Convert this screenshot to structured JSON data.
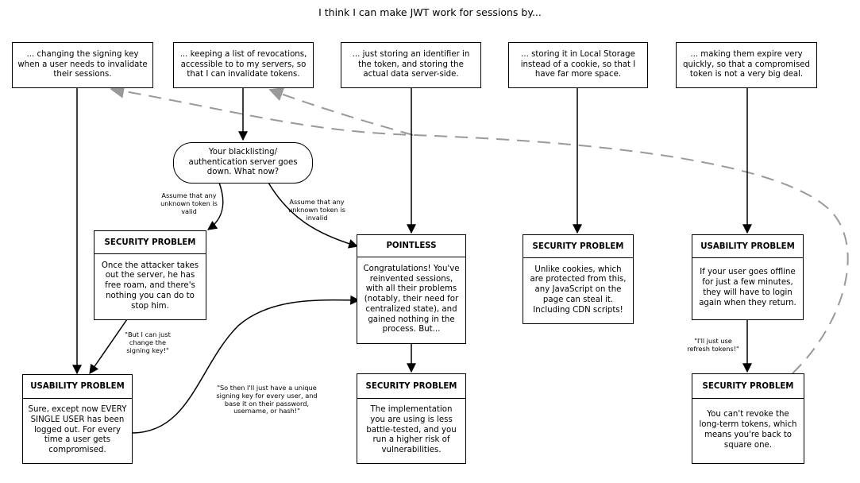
{
  "title": "I think I can make JWT work for sessions by...",
  "options": [
    "... changing the signing key when a user needs to invalidate their sessions.",
    "... keeping a list of revocations, accessible to to my servers, so that I can invalidate tokens.",
    "... just storing an identifier in the token, and storing the actual data server-side.",
    "... storing it in Local Storage instead of a cookie, so that I have far more space.",
    "... making them expire very quickly, so that a compromised token is not a very big deal."
  ],
  "outage": "Your blacklisting/ authentication server goes down. What now?",
  "labels": {
    "any_valid": "Assume that any unknown token is valid",
    "any_invalid": "Assume that any unknown token is invalid",
    "change_key": "\"But I can just change the signing key!\"",
    "unique_key": "\"So then I'll just have a unique signing key for every user, and base it on their password, username, or hash!\"",
    "refresh": "\"I'll just use refresh tokens!\""
  },
  "outcomes": {
    "security_server": {
      "heading": "SECURITY PROBLEM",
      "text": "Once the attacker takes out the server, he has free roam, and there's nothing you can do to stop him."
    },
    "usability_logout": {
      "heading": "USABILITY PROBLEM",
      "text": "Sure, except now EVERY SINGLE USER has been logged out. For every time a user gets compromised."
    },
    "pointless": {
      "heading": "POINTLESS",
      "text": "Congratulations! You've reinvented sessions, with all their problems (notably, their need for centralized state), and gained nothing in the process. But..."
    },
    "security_impl": {
      "heading": "SECURITY PROBLEM",
      "text": "The implementation you are using is less battle-tested, and you run a higher risk of vulnerabilities."
    },
    "security_storage": {
      "heading": "SECURITY PROBLEM",
      "text": "Unlike cookies, which are protected from this, any JavaScript on the page can steal it. Including CDN scripts!"
    },
    "usability_expiry": {
      "heading": "USABILITY PROBLEM",
      "text": "If your user goes offline for just a few minutes, they will have to login again when they return."
    },
    "security_refresh": {
      "heading": "SECURITY PROBLEM",
      "text": "You can't revoke the long-term tokens, which means you're back to square one."
    }
  }
}
